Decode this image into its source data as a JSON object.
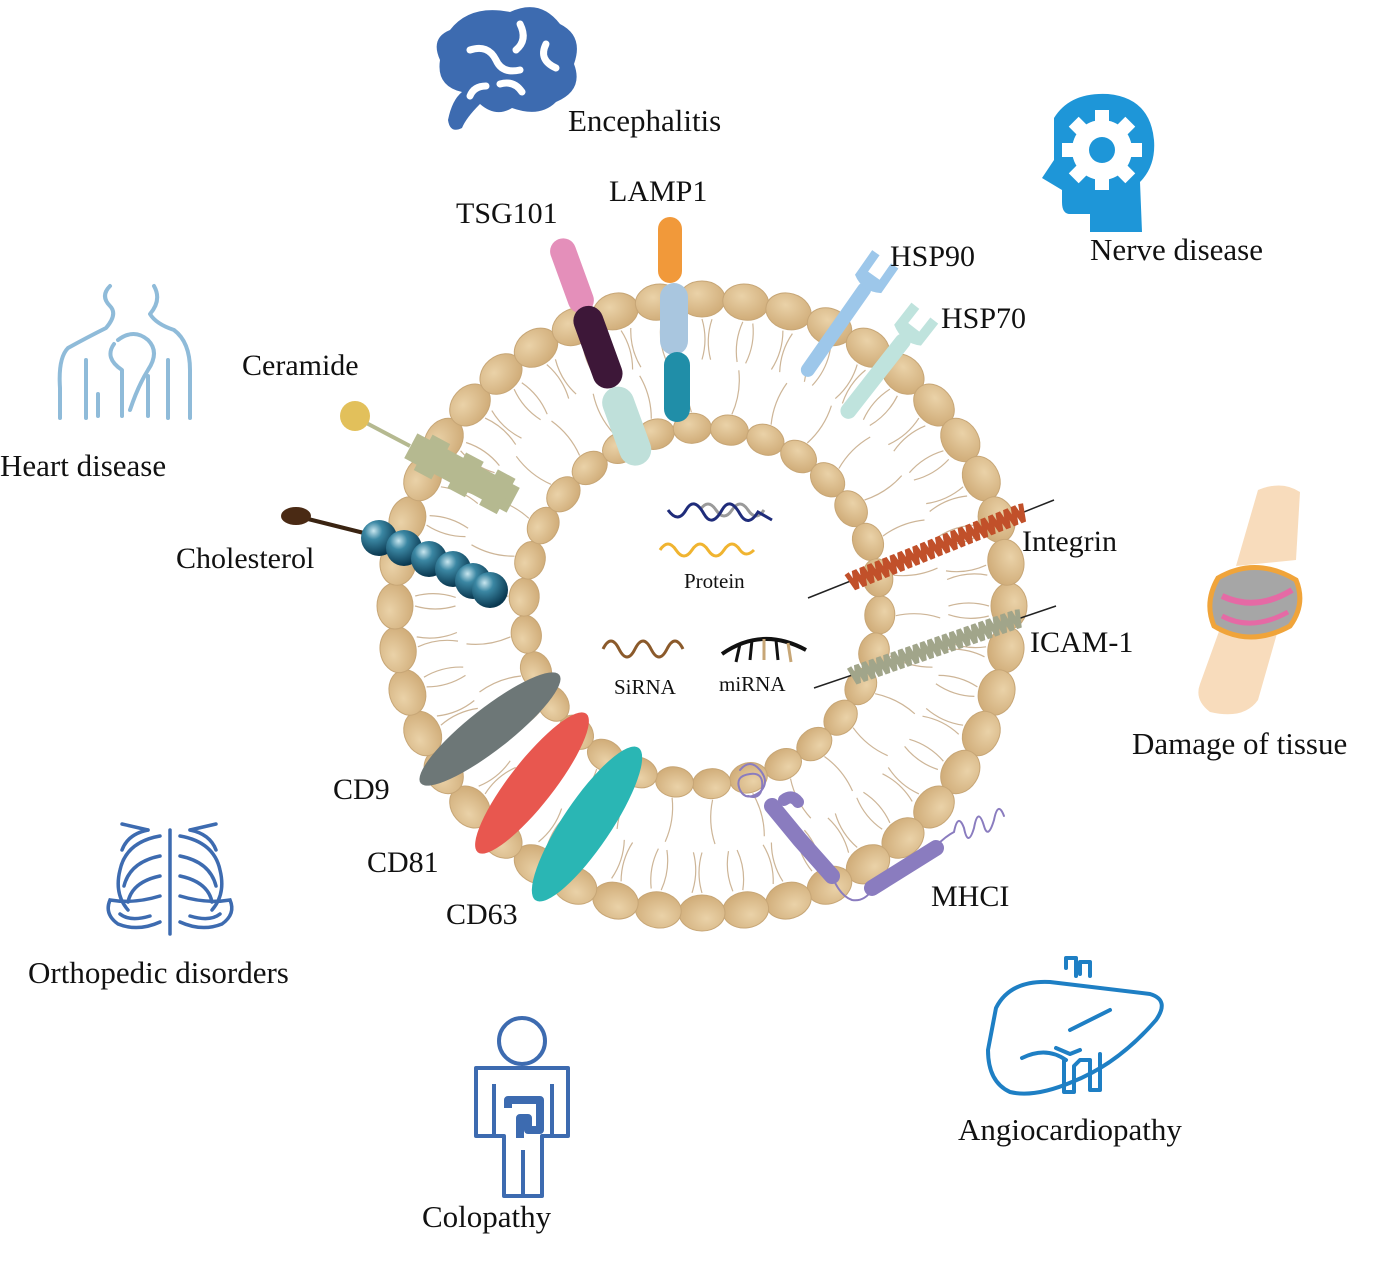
{
  "colors": {
    "lipid_head": "#d7b888",
    "lipid_edge": "#c7a676",
    "lipid_tail": "#cdb597",
    "icon_blue": "#3d6bb0",
    "icon_light_blue": "#8fbbd9",
    "icon_cyan": "#1e96d8",
    "tsg101_pink": "#e48fba",
    "tsg101_dark": "#3d1738",
    "lamp1_orange": "#f1993a",
    "lamp1_teal": "#208ea8",
    "hsp90": "#9dc7ea",
    "hsp70": "#bfe3dd",
    "ceramide_head": "#e2c05b",
    "ceramide_body": "#b5b990",
    "cholesterol_bead": "#0e4f6b",
    "cd9": "#6d7777",
    "cd81": "#e8574f",
    "cd63": "#2ab6b4",
    "integrin": "#c1502a",
    "icam1": "#a1a58a",
    "mhci": "#8a7cbf",
    "sirna": "#8b5a2b"
  },
  "diseases": {
    "encephalitis": {
      "label": "Encephalitis",
      "icon": "brain-icon"
    },
    "nerve": {
      "label": "Nerve disease",
      "icon": "head-gear-icon"
    },
    "heart": {
      "label": "Heart disease",
      "icon": "heart-anatomy-icon"
    },
    "tissue": {
      "label": "Damage of tissue",
      "icon": "joint-icon"
    },
    "ortho": {
      "label": "Orthopedic disorders",
      "icon": "ribcage-icon"
    },
    "colo": {
      "label": "Colopathy",
      "icon": "intestine-body-icon"
    },
    "angio": {
      "label": "Angiocardiopathy",
      "icon": "liver-icon"
    }
  },
  "markers": {
    "tsg101": "TSG101",
    "lamp1": "LAMP1",
    "hsp90": "HSP90",
    "hsp70": "HSP70",
    "ceramide": "Ceramide",
    "cholesterol": "Cholesterol",
    "integrin": "Integrin",
    "icam1": "ICAM-1",
    "cd9": "CD9",
    "cd81": "CD81",
    "cd63": "CD63",
    "mhci": "MHCI"
  },
  "cargo": {
    "protein": "Protein",
    "sirna": "SiRNA",
    "mirna": "miRNA"
  }
}
